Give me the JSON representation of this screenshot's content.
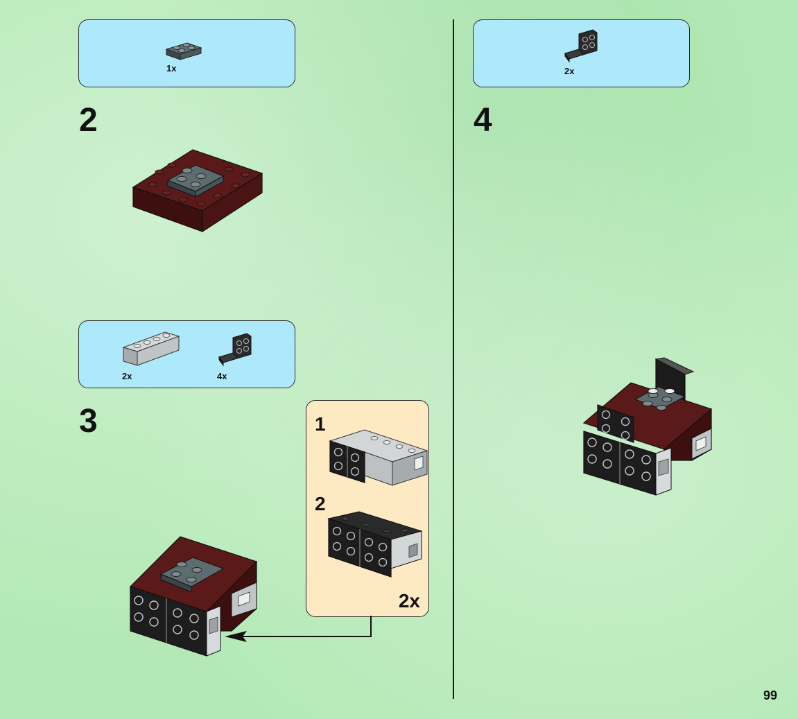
{
  "page": {
    "number": "99"
  },
  "left": {
    "step2": {
      "parts": [
        {
          "name": "dark-gray-plate-2x2-icon",
          "qty": "1x"
        }
      ],
      "number": "2"
    },
    "step3": {
      "parts": [
        {
          "name": "light-gray-brick-1x4-icon",
          "qty": "2x"
        },
        {
          "name": "bracket-icon",
          "qty": "4x"
        }
      ],
      "number": "3",
      "sub_assembly": {
        "sub_steps": [
          "1",
          "2"
        ],
        "multiplier": "2x"
      }
    }
  },
  "right": {
    "step4": {
      "parts": [
        {
          "name": "bracket-icon",
          "qty": "2x"
        }
      ],
      "number": "4"
    }
  },
  "colors": {
    "background": "#b4e9b6",
    "parts_box": "#aee9fb",
    "sub_box": "#fde9c2",
    "dark_red": "#4a1414",
    "dark_gray": "#4f5d5e",
    "black": "#1e1e1e",
    "light_gray": "#b7bcbd"
  }
}
